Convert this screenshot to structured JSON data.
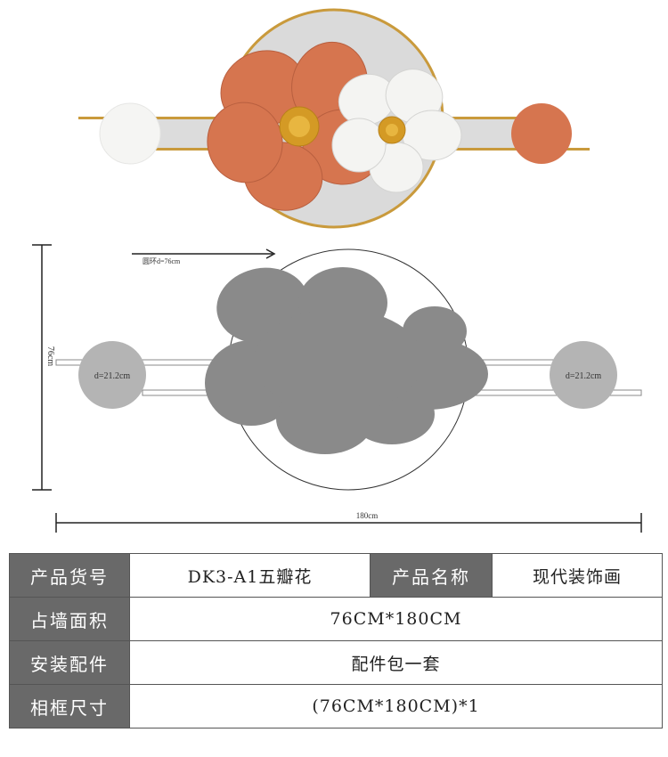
{
  "diagram": {
    "ring_label": "圆环d=76cm",
    "height_label": "76cm",
    "width_label": "180cm",
    "left_disc_label": "d=21.2cm",
    "right_disc_label": "d=21.2cm"
  },
  "colors": {
    "orange": "#d6754f",
    "white_petal": "#f4f4f2",
    "gold": "#c99a3c",
    "silhouette": "#8a8a8a",
    "disc_grey": "#b4b4b4",
    "label_bg": "#696969"
  },
  "spec_table": {
    "row1": {
      "label_a": "产品货号",
      "value_a": "DK3-A1五瓣花",
      "label_b": "产品名称",
      "value_b": "现代装饰画"
    },
    "row2": {
      "label": "占墙面积",
      "value": "76CM*180CM"
    },
    "row3": {
      "label": "安装配件",
      "value": "配件包一套"
    },
    "row4": {
      "label": "相框尺寸",
      "value": "(76CM*180CM)*1"
    }
  }
}
